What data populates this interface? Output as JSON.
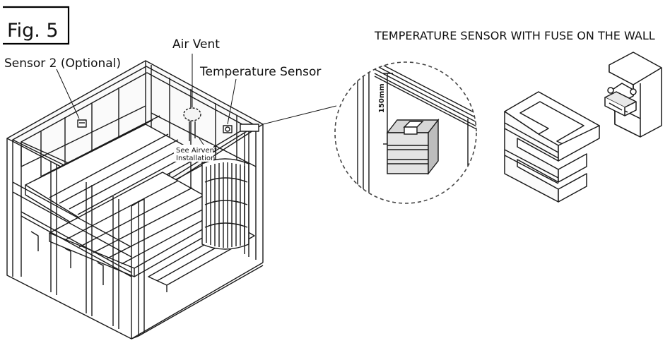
{
  "figure": {
    "number_label": "Fig. 5"
  },
  "sauna": {
    "labels": {
      "sensor2": "Sensor 2 (Optional)",
      "air_vent": "Air Vent",
      "temperature_sensor": "Temperature  Sensor",
      "see_airvent_line1": "See Airvent",
      "see_airvent_line2": "Installation"
    }
  },
  "detail": {
    "title": "TEMPERATURE SENSOR WITH FUSE ON THE WALL",
    "dimension": "150mm"
  }
}
